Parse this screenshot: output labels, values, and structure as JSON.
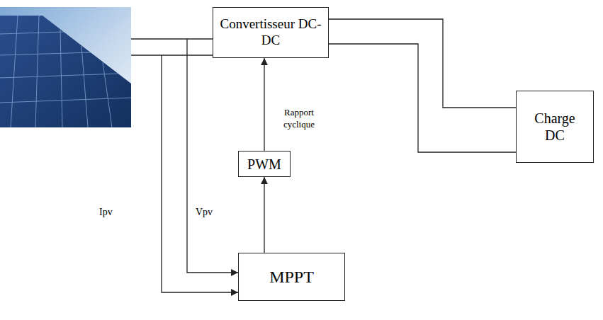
{
  "diagram": {
    "nodes": [
      {
        "text": [
          "Convertisseur DC-DC"
        ]
      },
      {
        "text": [
          "Charge DC"
        ]
      },
      {
        "text": [
          "PWM"
        ]
      },
      {
        "text": [
          "MPPT"
        ]
      }
    ],
    "edges": [
      {
        "from": 3,
        "to": 2,
        "arrow": "to"
      },
      {
        "from": 2,
        "to": 0,
        "arrow": "to",
        "label": "Rapport cyclique"
      },
      {
        "from": 0,
        "to": 1,
        "arrow": "none"
      },
      {
        "from": 0,
        "to": 1,
        "arrow": "none"
      }
    ],
    "labels": [
      "Ipv",
      "Vpv"
    ]
  }
}
